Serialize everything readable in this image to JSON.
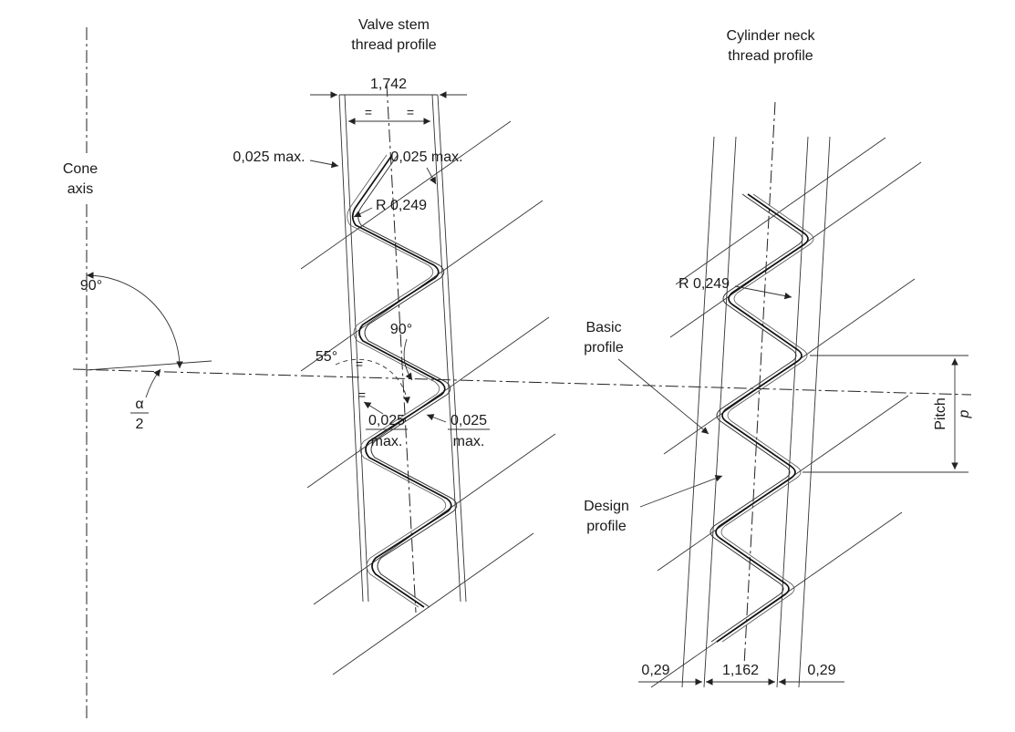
{
  "cone": {
    "label1": "Cone",
    "label2": "axis",
    "angle_90": "90°"
  },
  "taper": {
    "alpha": "α",
    "two": "2"
  },
  "valve": {
    "title1": "Valve stem",
    "title2": "thread profile",
    "dim_width": "1,742",
    "tol_top_left": "0,025 max.",
    "tol_top_right": "0,025 max.",
    "radius": "R 0,249",
    "equal_left": "=",
    "equal_right": "=",
    "equal_mid_upper": "=",
    "equal_mid_lower": "=",
    "angle_90": "90°",
    "angle_55": "55°",
    "tol_bot_left_val": "0,025",
    "tol_bot_left_max": "max.",
    "tol_bot_right_val": "0,025",
    "tol_bot_right_max": "max."
  },
  "cylinder": {
    "title1": "Cylinder neck",
    "title2": "thread profile",
    "radius": "R 0,249",
    "basic1": "Basic",
    "basic2": "profile",
    "design1": "Design",
    "design2": "profile",
    "pitch_label": "Pitch",
    "pitch_symbol": "p",
    "dim_left": "0,29",
    "dim_mid": "1,162",
    "dim_right": "0,29"
  },
  "colors": {
    "ink": "#1a1a1a",
    "background": "#ffffff"
  }
}
